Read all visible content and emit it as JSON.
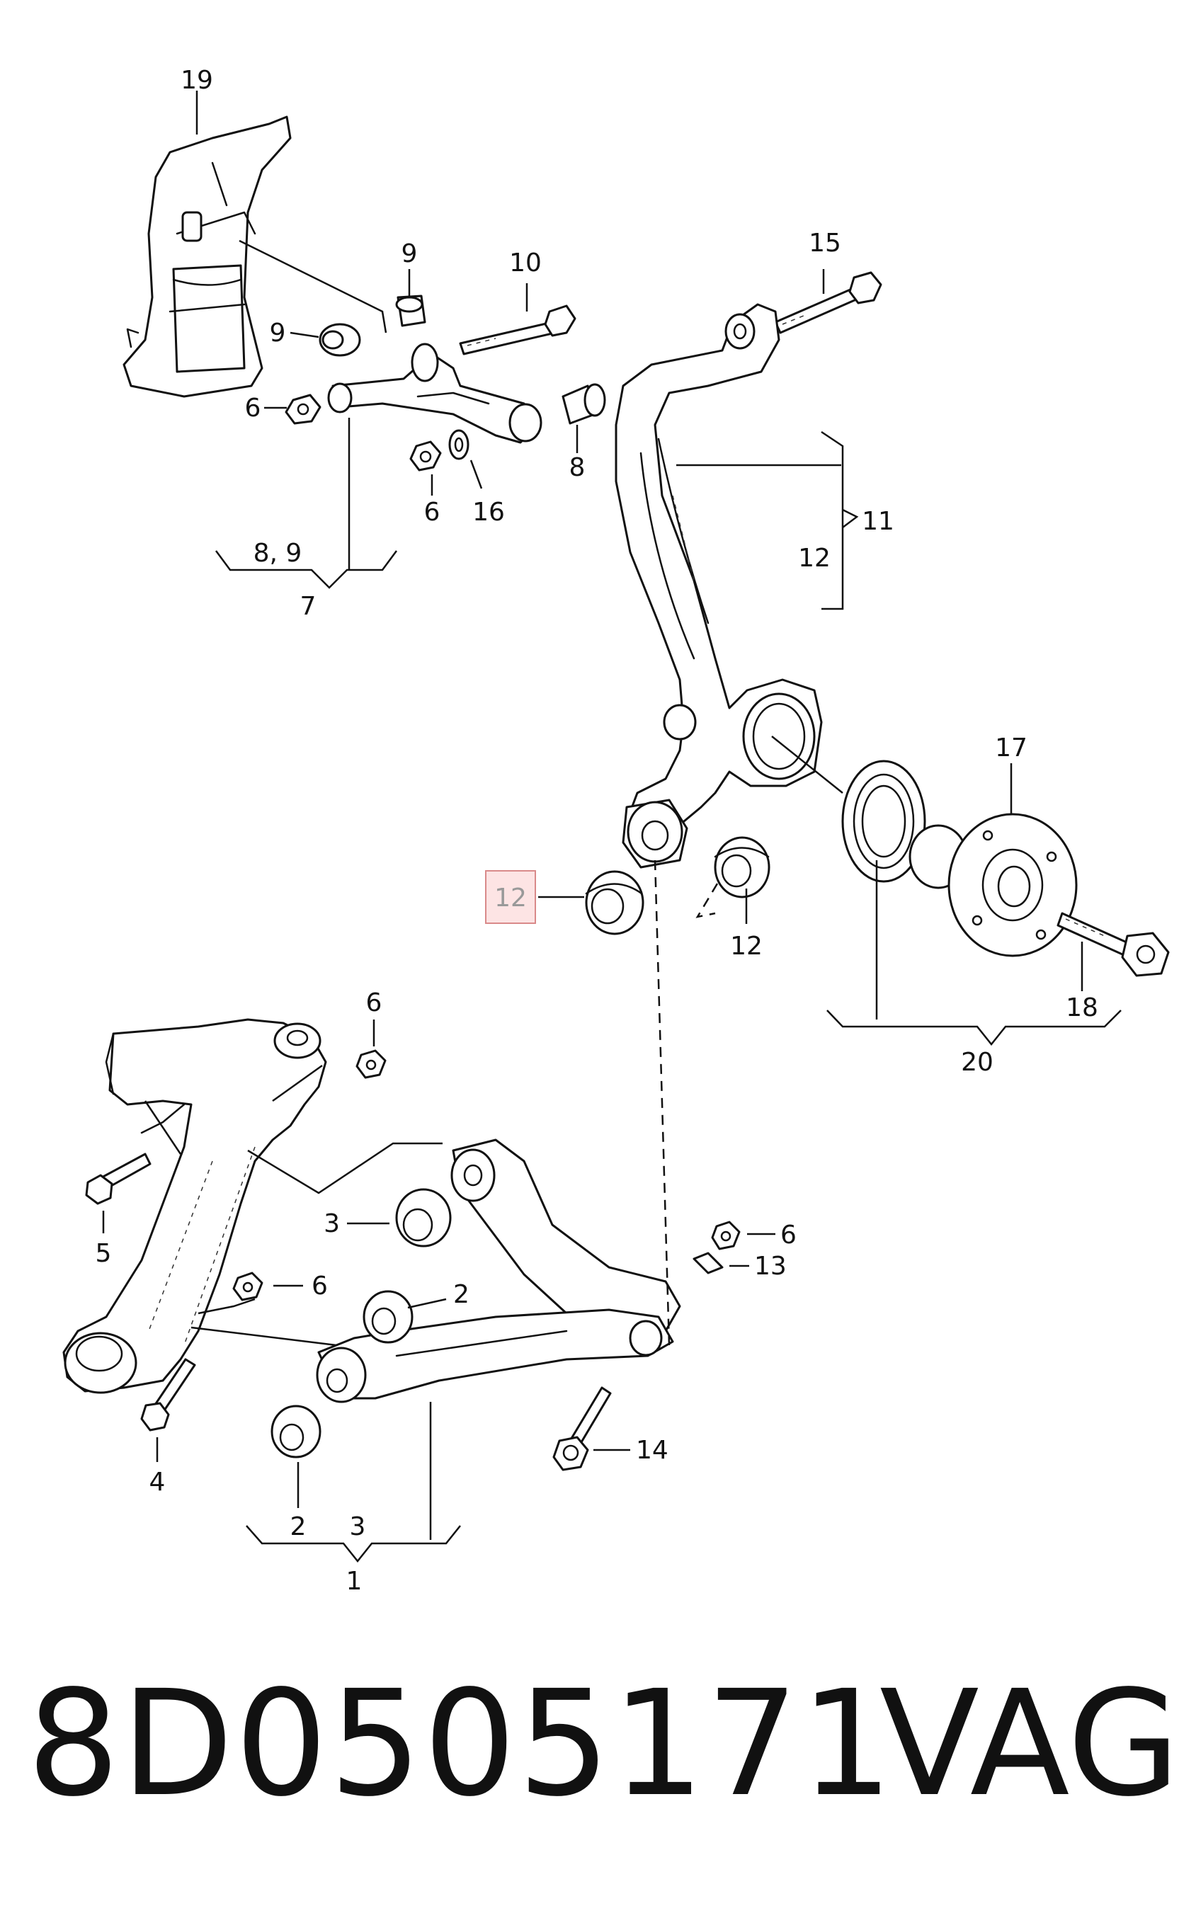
{
  "callouts": {
    "c19": "19",
    "c9a": "9",
    "c9b": "9",
    "c10": "10",
    "c15": "15",
    "c6a": "6",
    "c8a": "8",
    "c6b": "6",
    "c16": "16",
    "c89": "8, 9",
    "c7": "7",
    "c11": "11",
    "c12a": "12",
    "c12b": "12",
    "c12c": "12",
    "c17": "17",
    "c18": "18",
    "c20": "20",
    "c6c": "6",
    "c5": "5",
    "c3a": "3",
    "c6d": "6",
    "c6e": "6",
    "c13": "13",
    "c2a": "2",
    "c4": "4",
    "c14": "14",
    "c2b": "2",
    "c3b": "3",
    "c1": "1"
  },
  "footer": {
    "part_number": "8D0505171",
    "brand": "VAG"
  },
  "highlight_color": "#fde4e4"
}
